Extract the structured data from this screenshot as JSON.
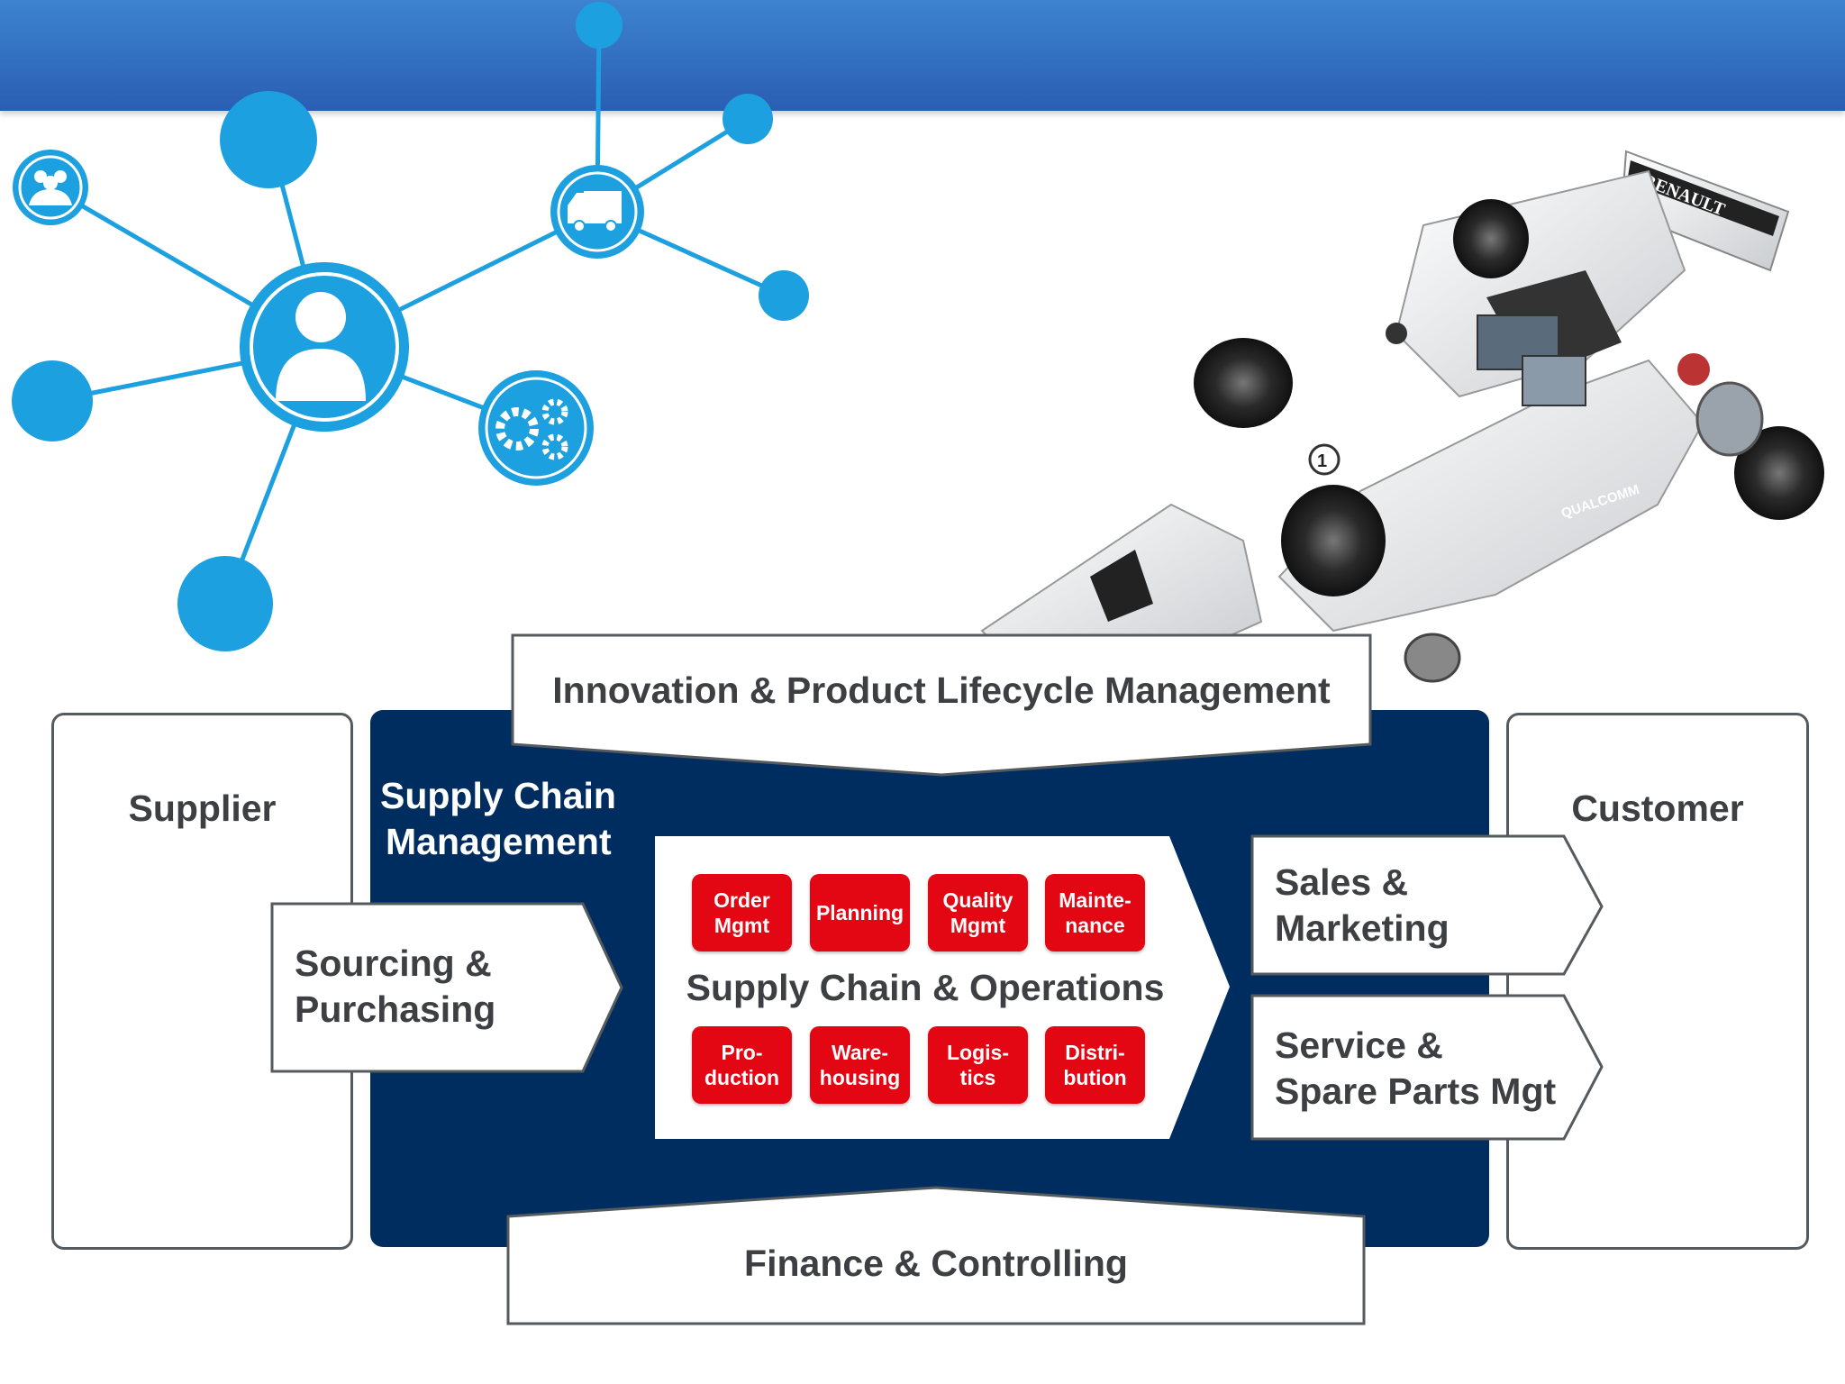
{
  "colors": {
    "header_blue": "#3d83cf",
    "network_cyan": "#1ca0e0",
    "scm_navy": "#002d5f",
    "red_tile": "#e30613",
    "text_dark": "#3d3f42",
    "outline": "#555a5e"
  },
  "network": {
    "icons": [
      "people-icon",
      "user-icon",
      "truck-icon",
      "gears-icon"
    ]
  },
  "illustration": {
    "name": "exploded-race-car",
    "car_lettering": [
      "RENAULT",
      "QUALCOMM",
      "1"
    ]
  },
  "diagram": {
    "innovation_label": "Innovation & Product Lifecycle Management",
    "supplier_label": "Supplier",
    "customer_label": "Customer",
    "scm_title_line1": "Supply Chain",
    "scm_title_line2": "Management",
    "sourcing_line1": "Sourcing &",
    "sourcing_line2": "Purchasing",
    "operations_label": "Supply Chain & Operations",
    "sales_line1": "Sales &",
    "sales_line2": "Marketing",
    "service_line1": "Service &",
    "service_line2": "Spare Parts Mgt",
    "finance_label": "Finance & Controlling",
    "top_tiles": [
      {
        "line1": "Order",
        "line2": "Mgmt"
      },
      {
        "line1": "Planning",
        "line2": ""
      },
      {
        "line1": "Quality",
        "line2": "Mgmt"
      },
      {
        "line1": "Mainte-",
        "line2": "nance"
      }
    ],
    "bottom_tiles": [
      {
        "line1": "Pro-",
        "line2": "duction"
      },
      {
        "line1": "Ware-",
        "line2": "housing"
      },
      {
        "line1": "Logis-",
        "line2": "tics"
      },
      {
        "line1": "Distri-",
        "line2": "bution"
      }
    ]
  }
}
